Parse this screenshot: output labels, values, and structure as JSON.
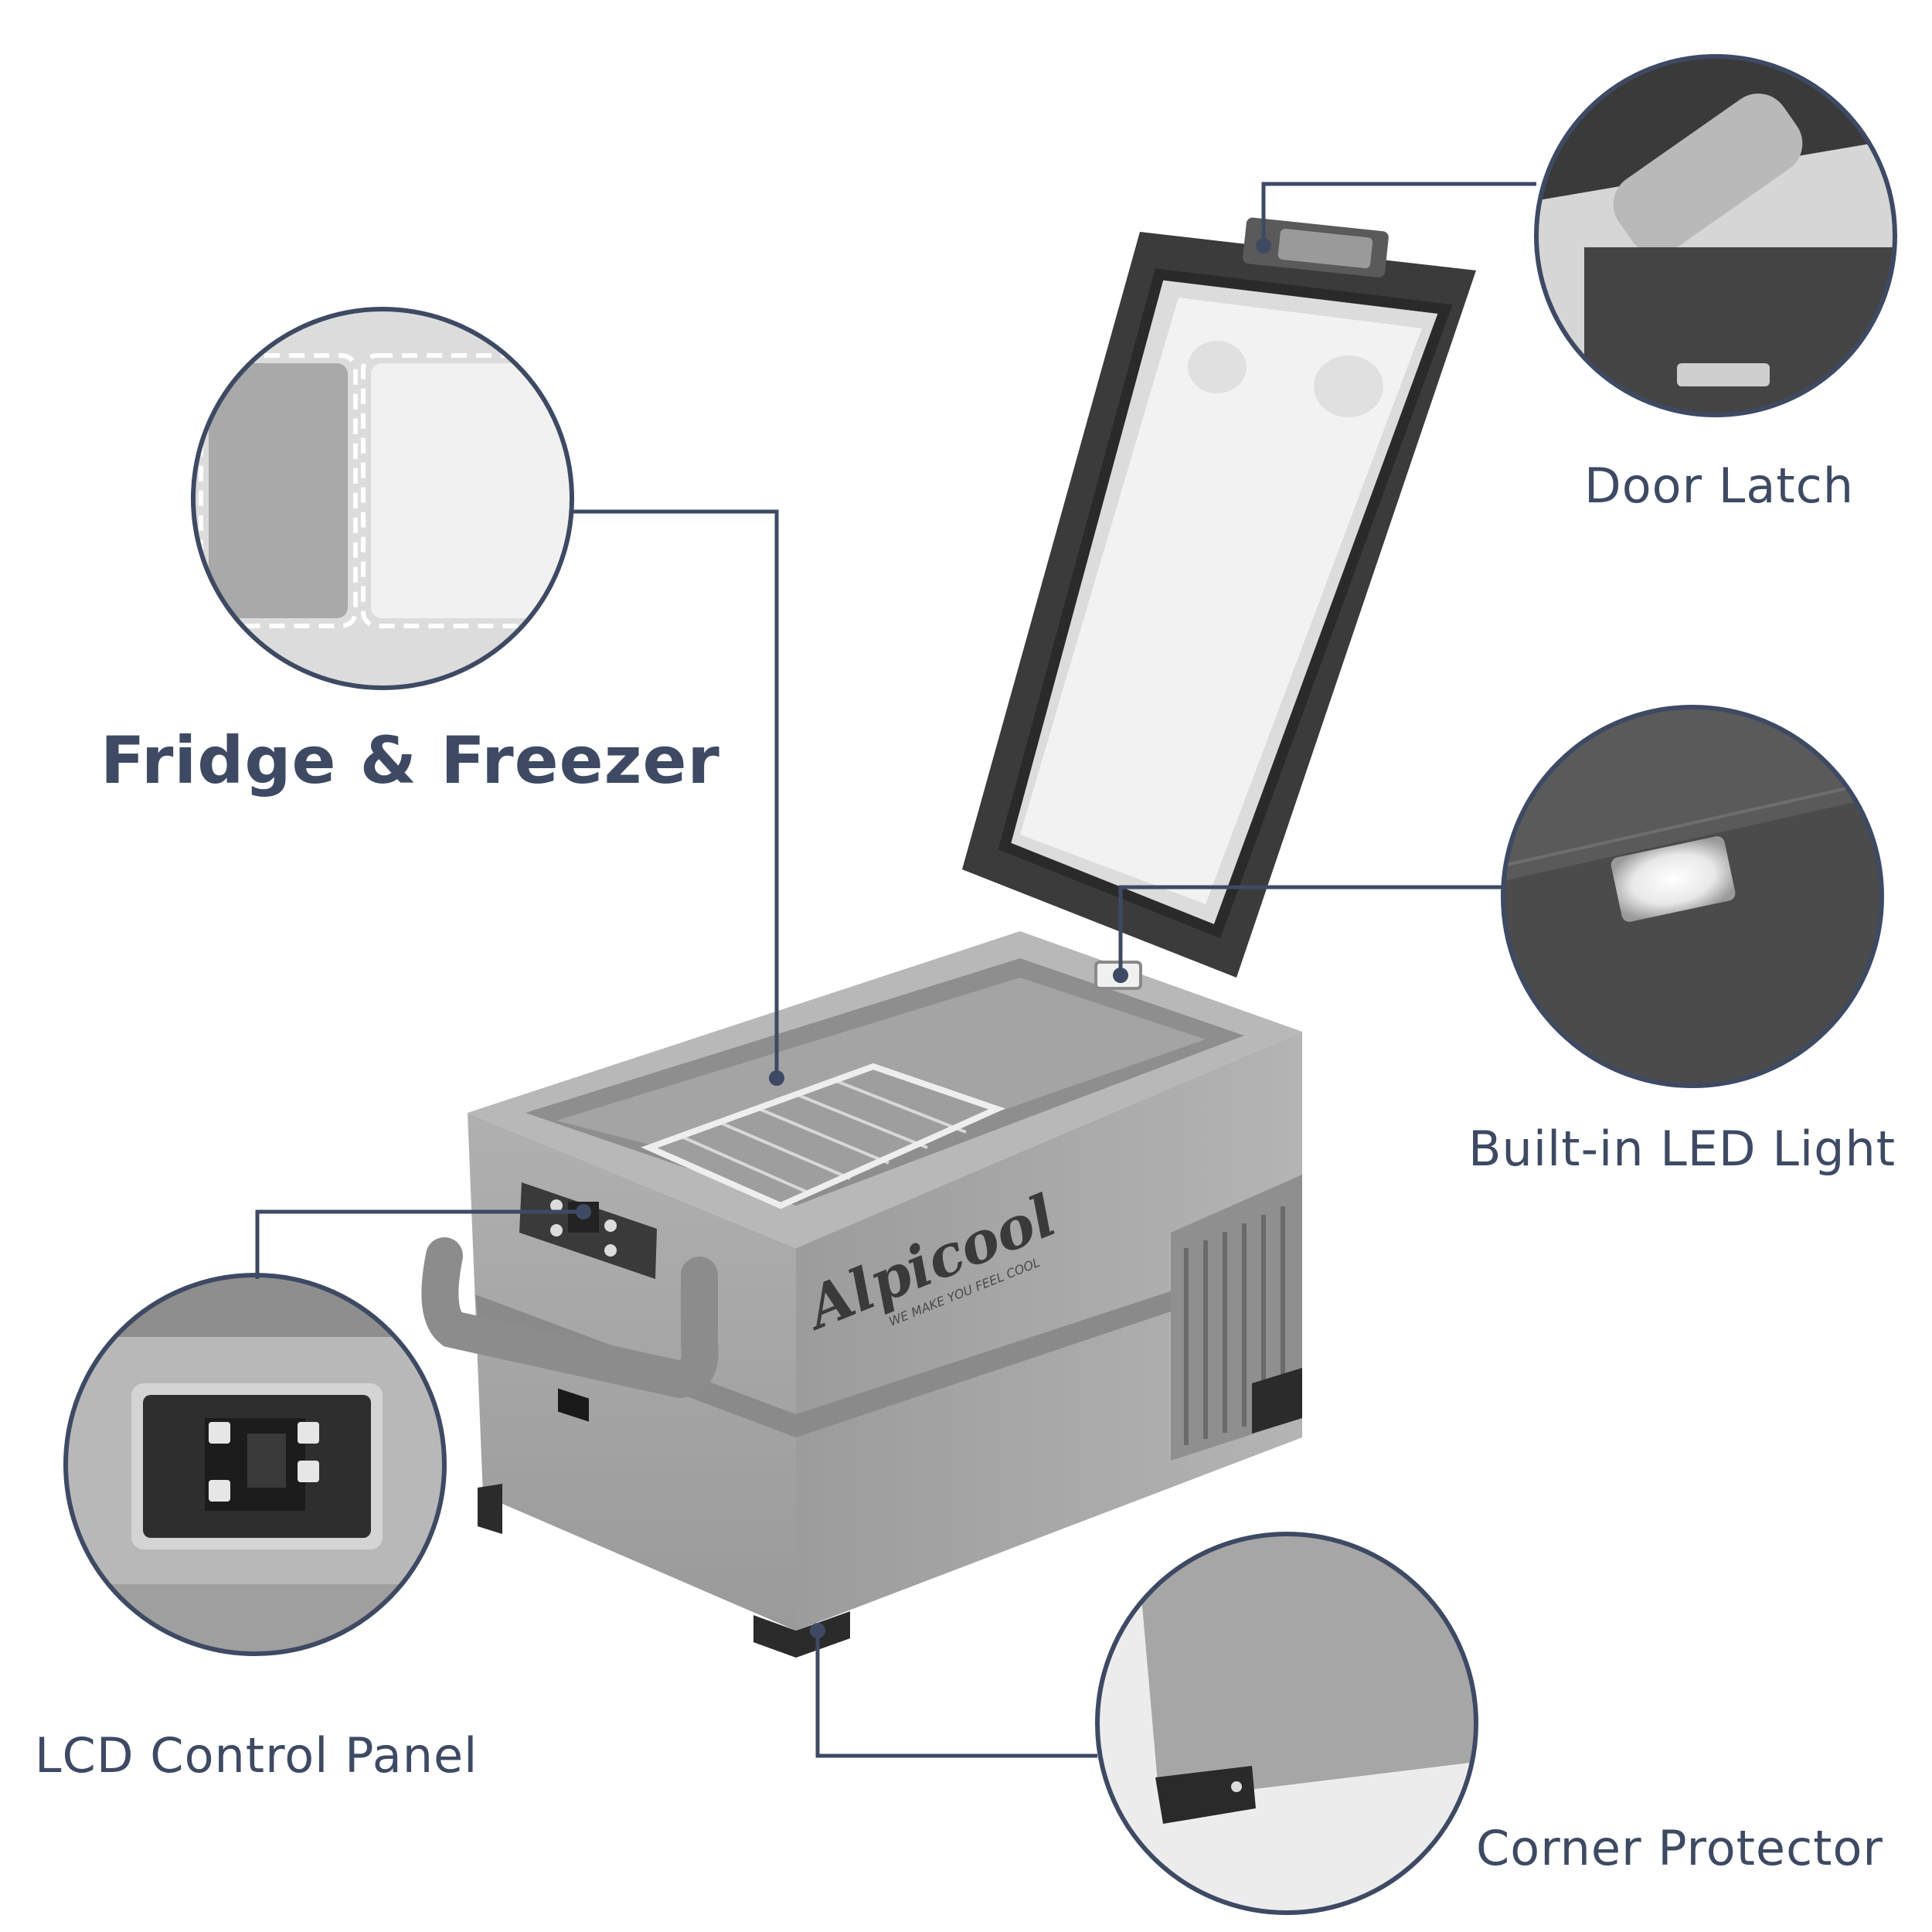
{
  "callouts": {
    "fridge_freezer": "Fridge & Freezer",
    "door_latch": "Door Latch",
    "led_light": "Built-in LED Light",
    "lcd_panel": "LCD Control Panel",
    "corner_protector": "Corner Protector"
  },
  "product": {
    "brand": "Alpicool",
    "tagline": "WE MAKE YOU FEEL COOL"
  },
  "colors": {
    "label_text": "#3e4a63",
    "leader_line": "#3e4a63",
    "body_gray": "#a7a7a7",
    "lid_frame": "#3b3b3b",
    "lid_inner": "#f2f2f2"
  }
}
